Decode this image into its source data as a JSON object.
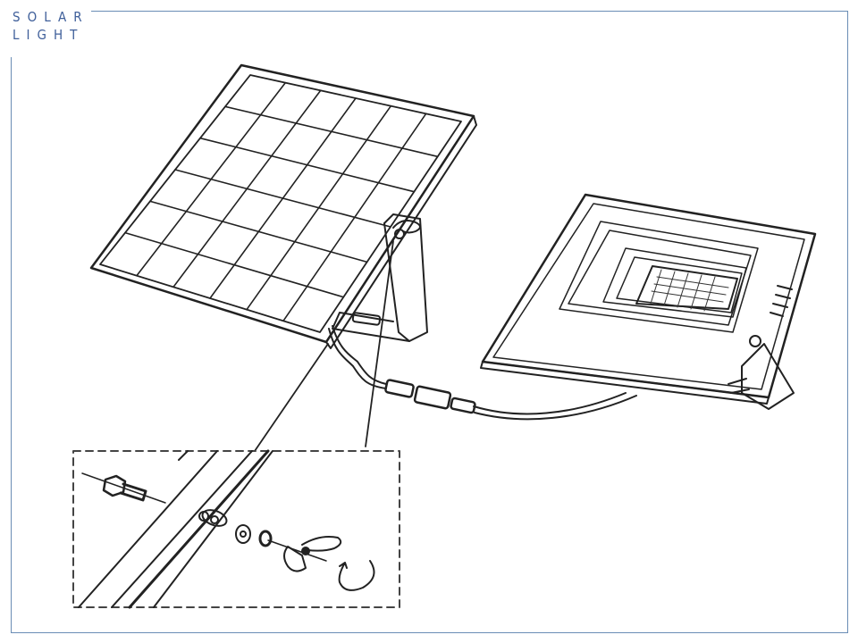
{
  "header": {
    "title_line1": "SOLAR",
    "title_line2": "LIGHT"
  },
  "colors": {
    "title": "#3f5f9a",
    "frame": "#6a8db5",
    "line_art": "#222222"
  },
  "diagram": {
    "panel_grid": {
      "columns": 6,
      "rows": 6
    }
  }
}
